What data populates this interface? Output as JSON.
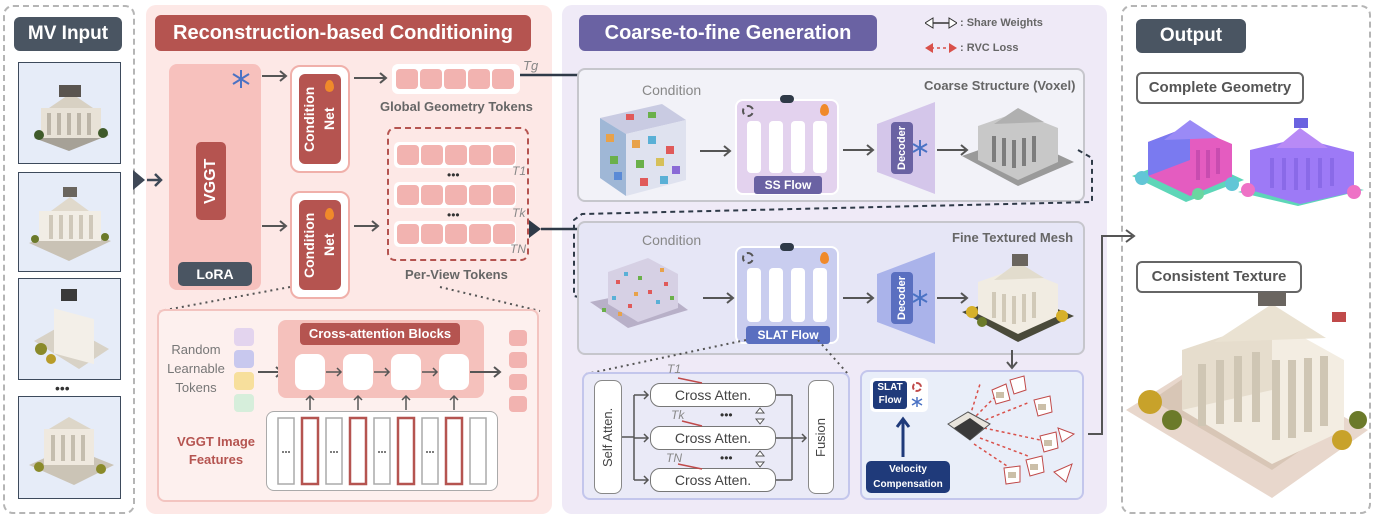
{
  "sections": {
    "mv_input": "MV Input",
    "reconstruction": "Reconstruction-based Conditioning",
    "coarse_to_fine": "Coarse-to-fine Generation",
    "output": "Output"
  },
  "legend": {
    "share_weights": ": Share Weights",
    "rvc_loss": ": RVC Loss"
  },
  "recon": {
    "vggt": "VGGT",
    "lora": "LoRA",
    "condition_net": "Condition Net",
    "tg": "Tg",
    "t1": "T1",
    "tk": "Tk",
    "tn": "TN",
    "dots": "•••",
    "global_tokens": "Global Geometry Tokens",
    "per_view_tokens": "Per-View Tokens",
    "cross_attention_blocks": "Cross-attention Blocks",
    "random_tokens": "Random Learnable Tokens",
    "vggt_features": "VGGT Image Features",
    "feature_dots": "···"
  },
  "generation": {
    "condition": "Condition",
    "coarse_structure": "Coarse Structure (Voxel)",
    "fine_mesh": "Fine Textured Mesh",
    "ss_flow": "SS Flow",
    "slat_flow": "SLAT Flow",
    "decoder": "Decoder",
    "self_atten": "Self Atten.",
    "cross_atten": "Cross Atten.",
    "fusion": "Fusion",
    "t1": "T1",
    "tk": "Tk",
    "tn": "TN",
    "dots": "•••",
    "slat_flow_small": "SLAT Flow",
    "velocity_compensation": "Velocity Compensation"
  },
  "output": {
    "complete_geometry": "Complete Geometry",
    "consistent_texture": "Consistent Texture"
  },
  "misc": {
    "more_views": "•••"
  },
  "colors": {
    "red_title": "#b55450",
    "purple_title": "#6a62a3",
    "dark_title": "#4a5562",
    "pink_bg": "#fde8e6",
    "purple_bg": "#efeaf7",
    "token": "#f2b3b0",
    "navy": "#1f3a7a"
  },
  "icons": [
    "snowflake-icon",
    "fire-icon",
    "arrow-icon",
    "house-model-icon",
    "voxel-cube-icon",
    "camera-frustum-icon"
  ]
}
